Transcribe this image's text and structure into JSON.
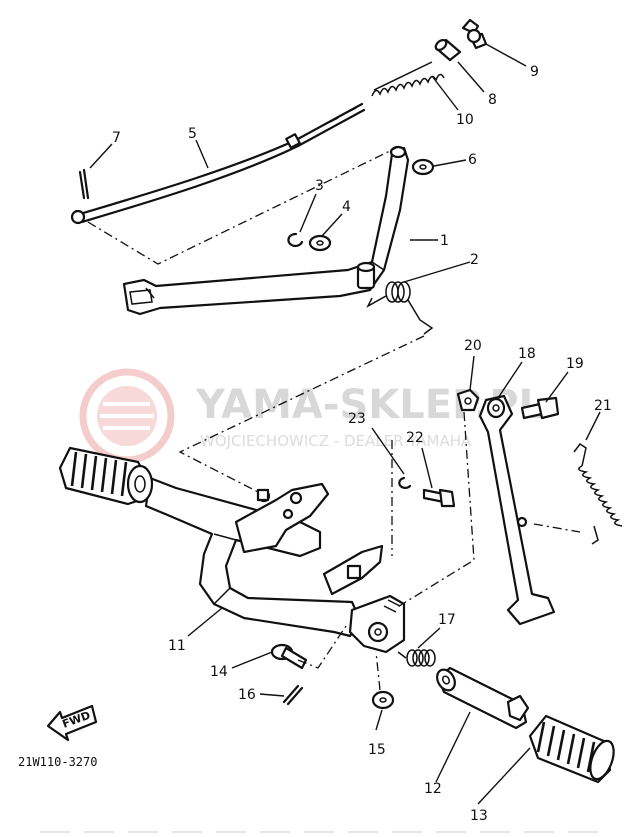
{
  "diagram": {
    "drawing_code": "21W110-3270",
    "fwd_label": "FWD",
    "watermark": {
      "brand": "YAMA-SKLEP.PL",
      "subtitle": "WOJCIECHOWICZ - DEALER YAMAHA",
      "logo_color": "#f3c4c4",
      "text_color": "#d8d8d8"
    },
    "line_color": "#111111",
    "callouts": [
      {
        "id": "1",
        "text": "1"
      },
      {
        "id": "2",
        "text": "2"
      },
      {
        "id": "3",
        "text": "3"
      },
      {
        "id": "4",
        "text": "4"
      },
      {
        "id": "5",
        "text": "5"
      },
      {
        "id": "6",
        "text": "6"
      },
      {
        "id": "7",
        "text": "7"
      },
      {
        "id": "8",
        "text": "8"
      },
      {
        "id": "9",
        "text": "9"
      },
      {
        "id": "10",
        "text": "10"
      },
      {
        "id": "11",
        "text": "11"
      },
      {
        "id": "12",
        "text": "12"
      },
      {
        "id": "13",
        "text": "13"
      },
      {
        "id": "14",
        "text": "14"
      },
      {
        "id": "15",
        "text": "15"
      },
      {
        "id": "16",
        "text": "16"
      },
      {
        "id": "17",
        "text": "17"
      },
      {
        "id": "18",
        "text": "18"
      },
      {
        "id": "19",
        "text": "19"
      },
      {
        "id": "20",
        "text": "20"
      },
      {
        "id": "21",
        "text": "21"
      },
      {
        "id": "22",
        "text": "22"
      },
      {
        "id": "23",
        "text": "23"
      }
    ]
  }
}
